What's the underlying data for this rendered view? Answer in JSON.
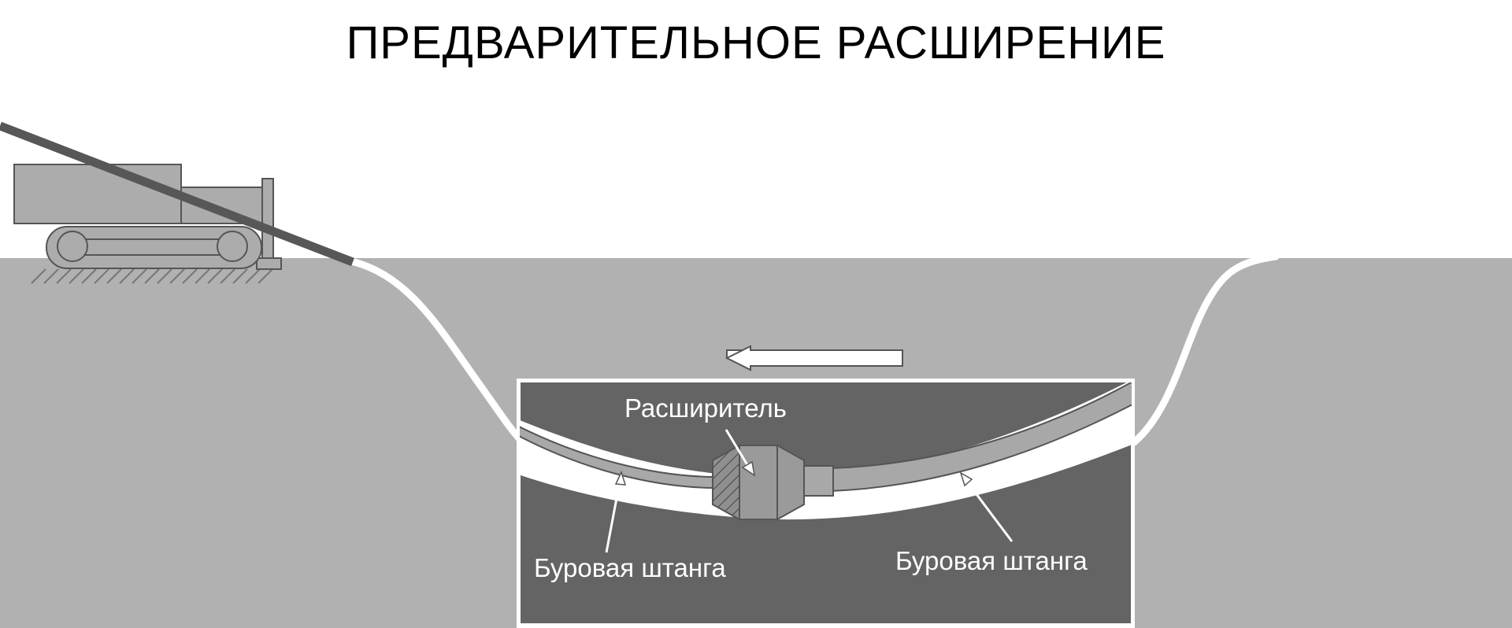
{
  "title": "ПРЕДВАРИТЕЛЬНОЕ РАСШИРЕНИЕ",
  "labels": {
    "reamer": "Расширитель",
    "drill_rod_left": "Буровая штанга",
    "drill_rod_right": "Буровая штанга"
  },
  "colors": {
    "ground": "#b1b1b1",
    "inset_background": "#646464",
    "rig_body": "#acacac",
    "rig_outline": "#555555",
    "drill_rod": "#575757",
    "bore_path": "#ffffff",
    "title": "#000000",
    "label": "#ffffff"
  },
  "icons": {
    "drilling_rig": "crawler-drill-rig",
    "direction_arrow": "left-arrow",
    "reamer": "conical-reamer"
  }
}
